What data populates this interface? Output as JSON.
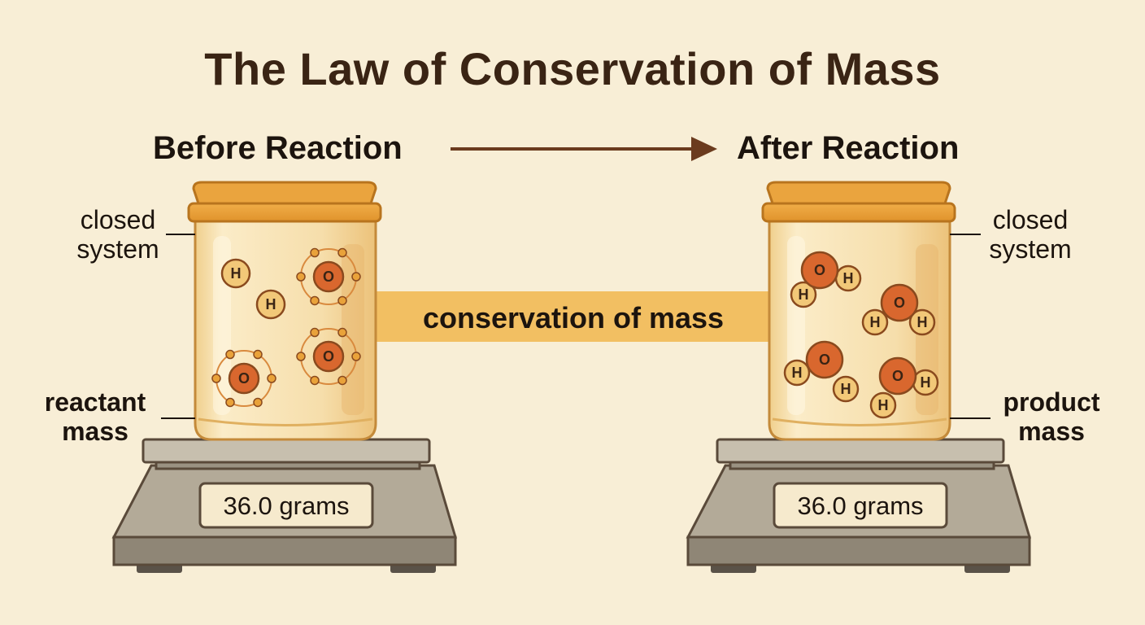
{
  "title": "The Law of Conservation of Mass",
  "before": {
    "heading": "Before Reaction",
    "container_label": [
      "closed",
      "system"
    ],
    "mass_label": [
      "reactant",
      "mass"
    ],
    "readout": "36.0 grams",
    "molecules": [
      "H",
      "H",
      "O",
      "O",
      "O"
    ]
  },
  "after": {
    "heading": "After Reaction",
    "container_label": [
      "closed",
      "system"
    ],
    "mass_label": [
      "product",
      "mass"
    ],
    "readout": "36.0 grams",
    "molecules": [
      "H2O",
      "H2O",
      "H2O",
      "H2O"
    ]
  },
  "bridge_label": "conservation of mass",
  "atom_letters": {
    "hydrogen": "H",
    "oxygen": "O"
  },
  "colors": {
    "background": "#f8eed6",
    "jar_lid": "#e9a23a",
    "jar_glass": "#f3d9a4",
    "bridge_band": "#f2bf62",
    "hydrogen": "#f2c878",
    "oxygen": "#d9672e",
    "scale": "#b3aa98",
    "arrow": "#6b3b1e"
  }
}
